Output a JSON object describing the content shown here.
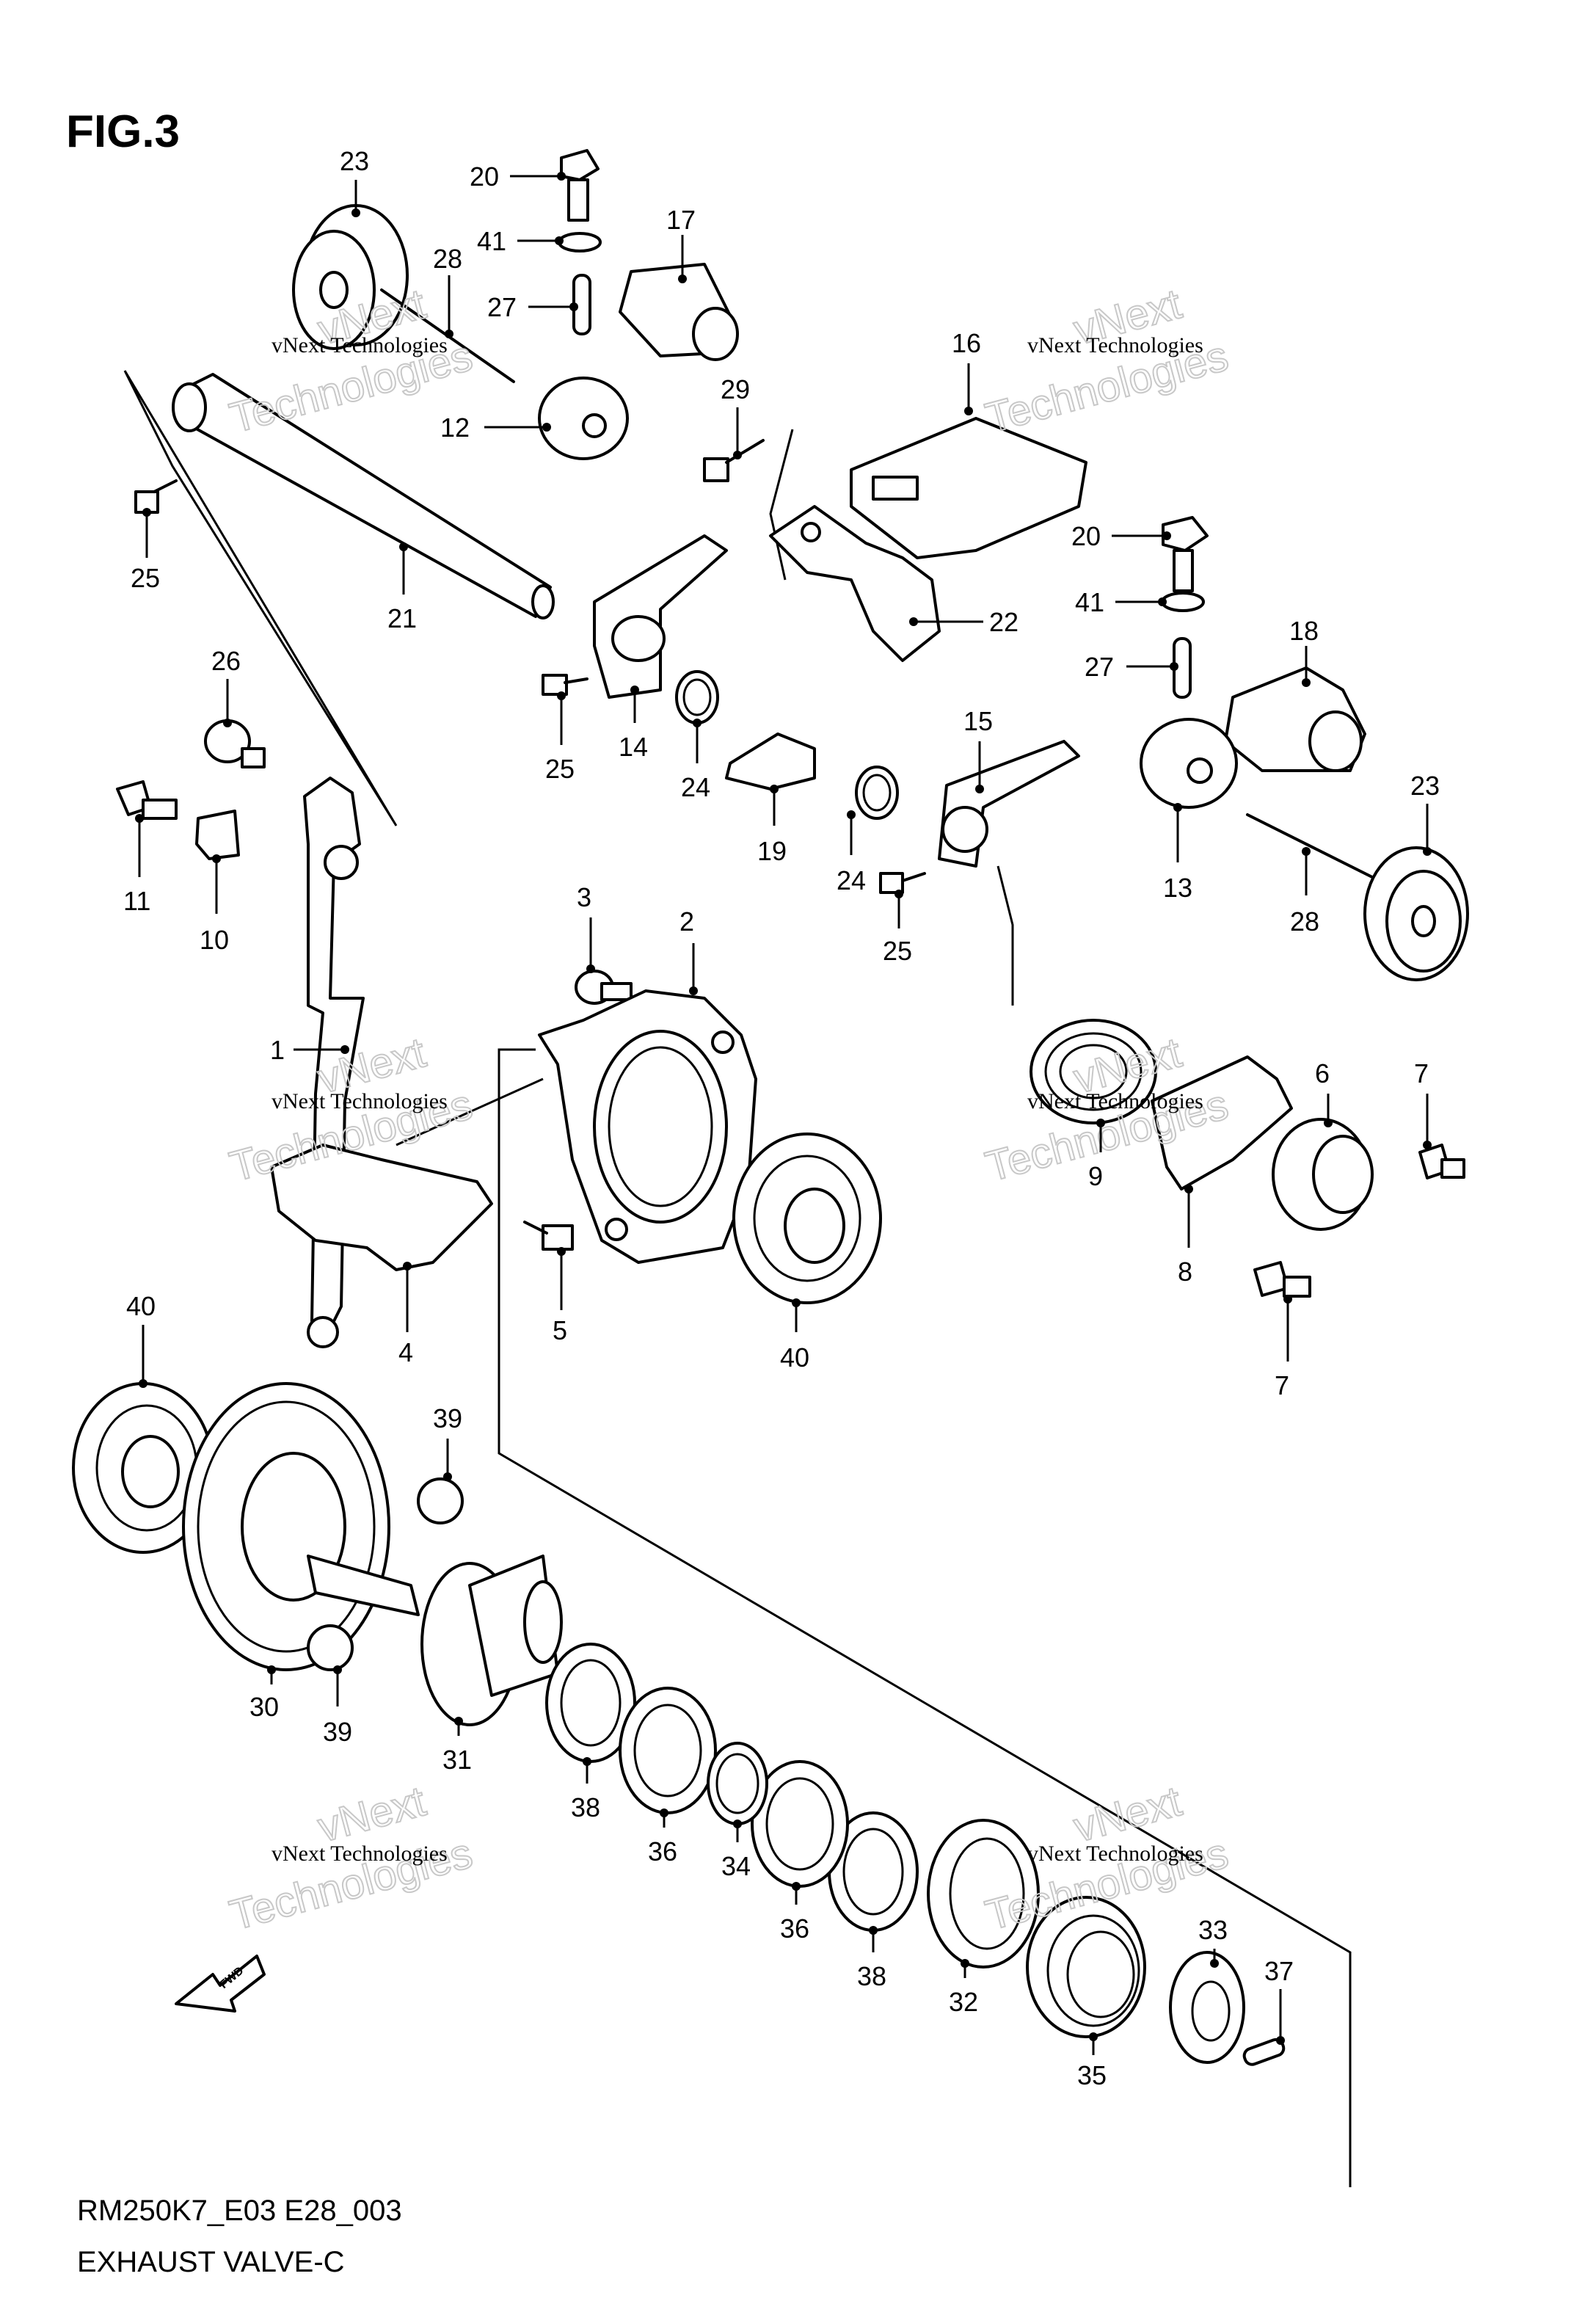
{
  "figure_label": "FIG.3",
  "footer": {
    "code": "RM250K7_E03 E28_003",
    "title": "EXHAUST VALVE-C"
  },
  "direction_label": "FWD",
  "watermark": {
    "brand_top": "vNext",
    "brand_bottom": "Technologies",
    "caption": "vNext Technologies"
  },
  "callouts": [
    "1",
    "2",
    "3",
    "4",
    "5",
    "6",
    "7",
    "7",
    "8",
    "9",
    "10",
    "11",
    "12",
    "13",
    "14",
    "15",
    "16",
    "17",
    "18",
    "19",
    "20",
    "20",
    "21",
    "22",
    "23",
    "23",
    "24",
    "24",
    "25",
    "25",
    "25",
    "26",
    "27",
    "27",
    "28",
    "28",
    "29",
    "30",
    "31",
    "32",
    "33",
    "34",
    "35",
    "36",
    "36",
    "37",
    "38",
    "38",
    "39",
    "39",
    "40",
    "40",
    "41",
    "41"
  ]
}
